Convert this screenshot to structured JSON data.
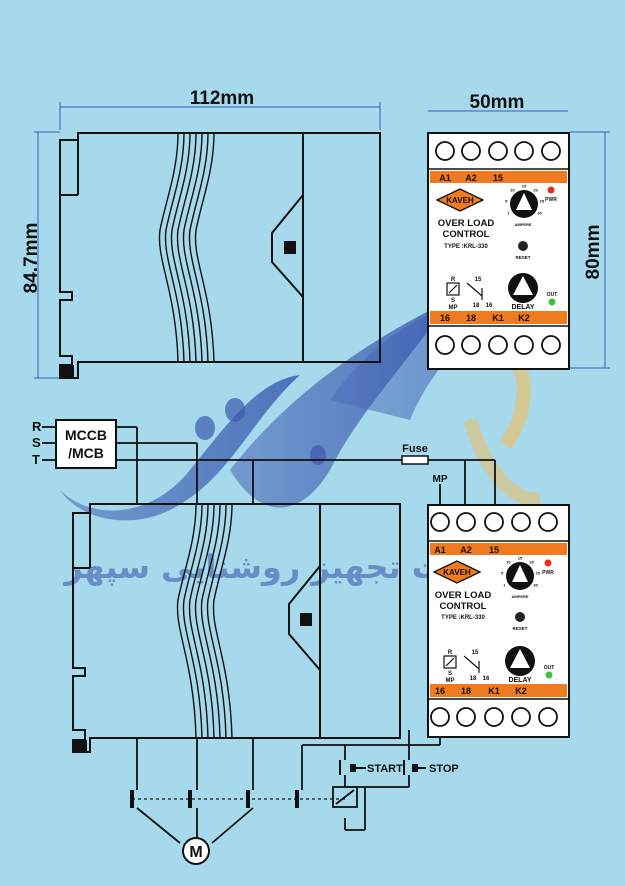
{
  "dimensions": {
    "width_label": "112mm",
    "height_label": "84.7mm",
    "module_width_label": "50mm",
    "module_height_label": "80mm"
  },
  "relay": {
    "brand": "KAVEH",
    "title_line1": "OVER LOAD",
    "title_line2": "CONTROL",
    "type_label": "TYPE :KRL-330",
    "top_terminals": [
      "A1",
      "A2",
      "15"
    ],
    "bottom_terminals": [
      "16",
      "18",
      "K1",
      "K2"
    ],
    "pwr_label": "PWR",
    "out_label": "OUT",
    "reset_label": "RESET",
    "delay_label": "DELAY",
    "ampere_label": "AMPERE",
    "dial_scale": [
      "1",
      "5",
      "10",
      "15",
      "20",
      "25",
      "30"
    ],
    "contact_r": "R",
    "contact_mp": "MP",
    "contact_15": "15",
    "contact_18": "18",
    "contact_16": "16",
    "contact_s": "S",
    "pwr_color": "#e53020",
    "out_color": "#3bc43b",
    "strip_color": "#f07a1e"
  },
  "wiring": {
    "phases": [
      "R",
      "S",
      "T"
    ],
    "breaker_line1": "MCCB",
    "breaker_line2": "/MCB",
    "fuse_label": "Fuse",
    "mp_label": "MP",
    "start_label": "START",
    "stop_label": "STOP",
    "motor_label": "M"
  },
  "watermark": {
    "text": "شرکت تجهیز روشنایی سپهر"
  }
}
